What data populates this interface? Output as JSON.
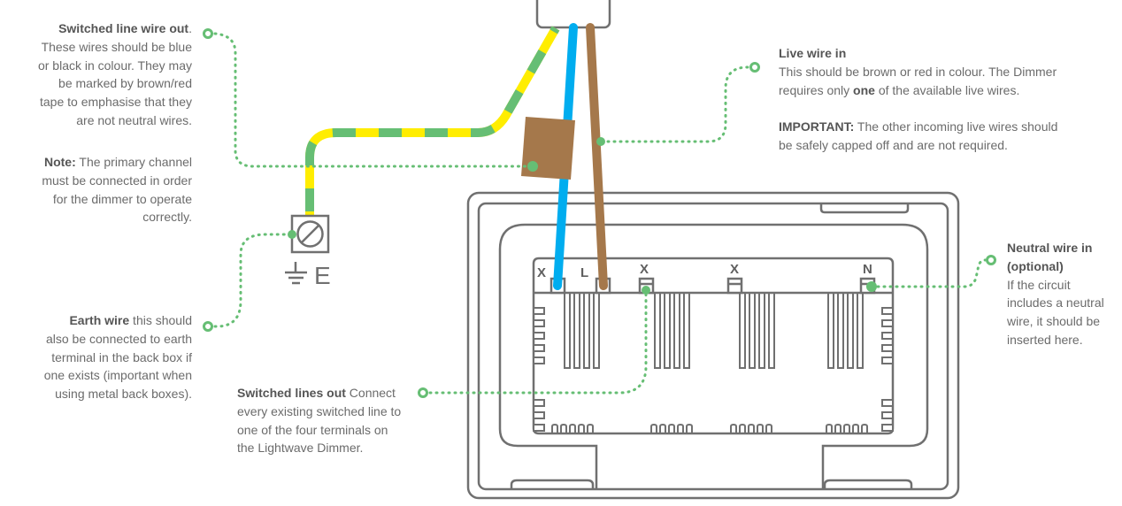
{
  "colors": {
    "outline": "#707070",
    "blue_wire": "#00adef",
    "brown_wire": "#a5784b",
    "earth_yellow": "#ffed00",
    "earth_green": "#66be74",
    "callout": "#66be74",
    "text": "#6b6b6b",
    "text_bold": "#555555"
  },
  "terminals": {
    "x1": "X",
    "l": "L",
    "x2": "X",
    "x3": "X",
    "n": "N"
  },
  "earth_symbol": {
    "icon": "ground-icon",
    "label": "E"
  },
  "annotations": {
    "switched_line_wire_out": {
      "title": "Switched line wire out",
      "title_suffix": ".",
      "lines": [
        "These wires should be blue",
        "or black in colour. They may",
        "be marked by brown/red",
        "tape to emphasise that they",
        "are not neutral wires."
      ]
    },
    "note": {
      "title": "Note:",
      "first_line_rest": " The primary channel",
      "lines": [
        "must be connected in order",
        "for the dimmer to operate",
        "correctly."
      ]
    },
    "earth_wire": {
      "title": "Earth wire",
      "first_line_rest": " this should",
      "lines": [
        "also be connected to earth",
        "terminal in the back box if",
        "one exists (important when",
        "using metal back boxes)."
      ]
    },
    "switched_lines_out": {
      "title": "Switched lines out",
      "first_line_rest": " Connect",
      "lines": [
        "every existing switched line to",
        "one of the four terminals on",
        "the Lightwave Dimmer."
      ]
    },
    "live_wire_in": {
      "title": "Live wire in",
      "line1": "This should be brown or red in colour. The Dimmer",
      "line2_pre": "requires only ",
      "line2_bold": "one",
      "line2_post": " of the available live wires.",
      "important_title": "IMPORTANT:",
      "important_rest": " The other incoming live wires should",
      "important_line2": "be safely capped off and are not required."
    },
    "neutral_wire_in": {
      "title_line1": "Neutral wire in",
      "title_line2": "(optional)",
      "lines": [
        "If the circuit",
        "includes a neutral",
        "wire, it should be",
        "inserted here."
      ]
    }
  }
}
